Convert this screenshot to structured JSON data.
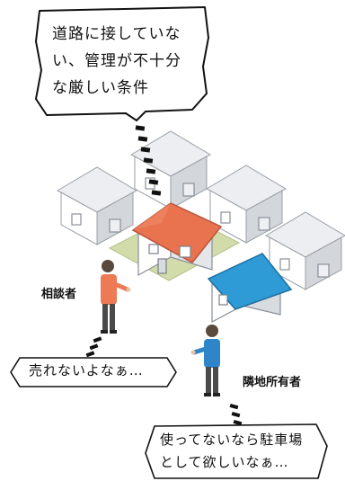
{
  "bubbles": {
    "top_condition": {
      "line1": "道路に接していな",
      "line2": "い、管理が不十分",
      "line3": "な厳しい条件"
    },
    "consultant_speech": "売れないよなぁ…",
    "neighbor_speech": {
      "line1": "使ってないなら駐車場",
      "line2": "として欲しいなぁ…"
    }
  },
  "labels": {
    "consultant": "相談者",
    "neighbor": "隣地所有者"
  },
  "colors": {
    "target_roof": "#E8734E",
    "neighbor_roof": "#2E9BD6",
    "lot": "#D2DCAB",
    "house_gray": "#D6D9DE",
    "consultant_shirt": "#EB7A55",
    "neighbor_shirt": "#2E86C9"
  }
}
